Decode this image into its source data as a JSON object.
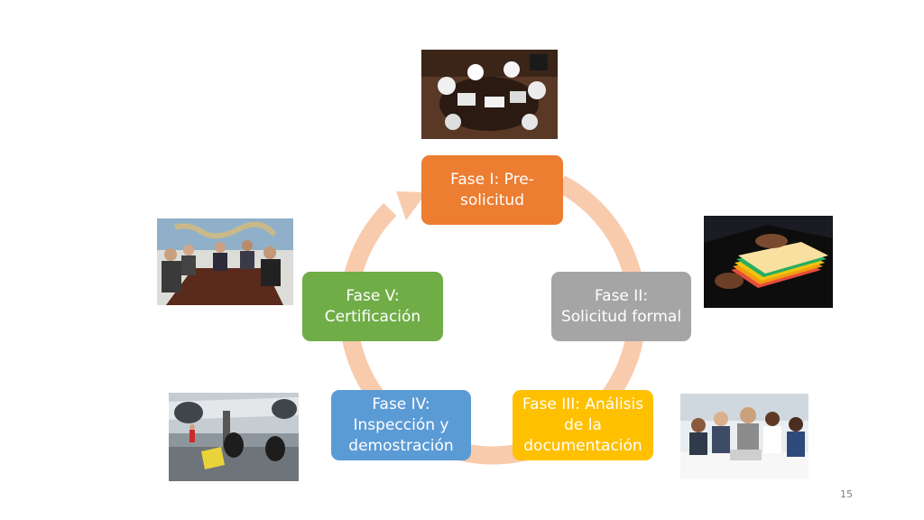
{
  "phases": [
    {
      "label": "Fase I: Pre-\nsolicitud",
      "color": "#ed7d31"
    },
    {
      "label": "Fase II:\nSolicitud formal",
      "color": "#a5a5a5"
    },
    {
      "label": "Fase III: Análisis\nde la\ndocumentación",
      "color": "#ffc000"
    },
    {
      "label": "Fase IV:\nInspección y\ndemostración",
      "color": "#5b9bd5"
    },
    {
      "label": "Fase V:\nCertificación",
      "color": "#70ad47"
    }
  ],
  "cycle_color": "#f8cbad",
  "photos": [
    {
      "name": "meeting-overhead-photo"
    },
    {
      "name": "documents-folders-photo"
    },
    {
      "name": "office-team-photo"
    },
    {
      "name": "aircraft-landing-gear-photo"
    },
    {
      "name": "boardroom-handshake-photo"
    }
  ],
  "page_number": "15"
}
